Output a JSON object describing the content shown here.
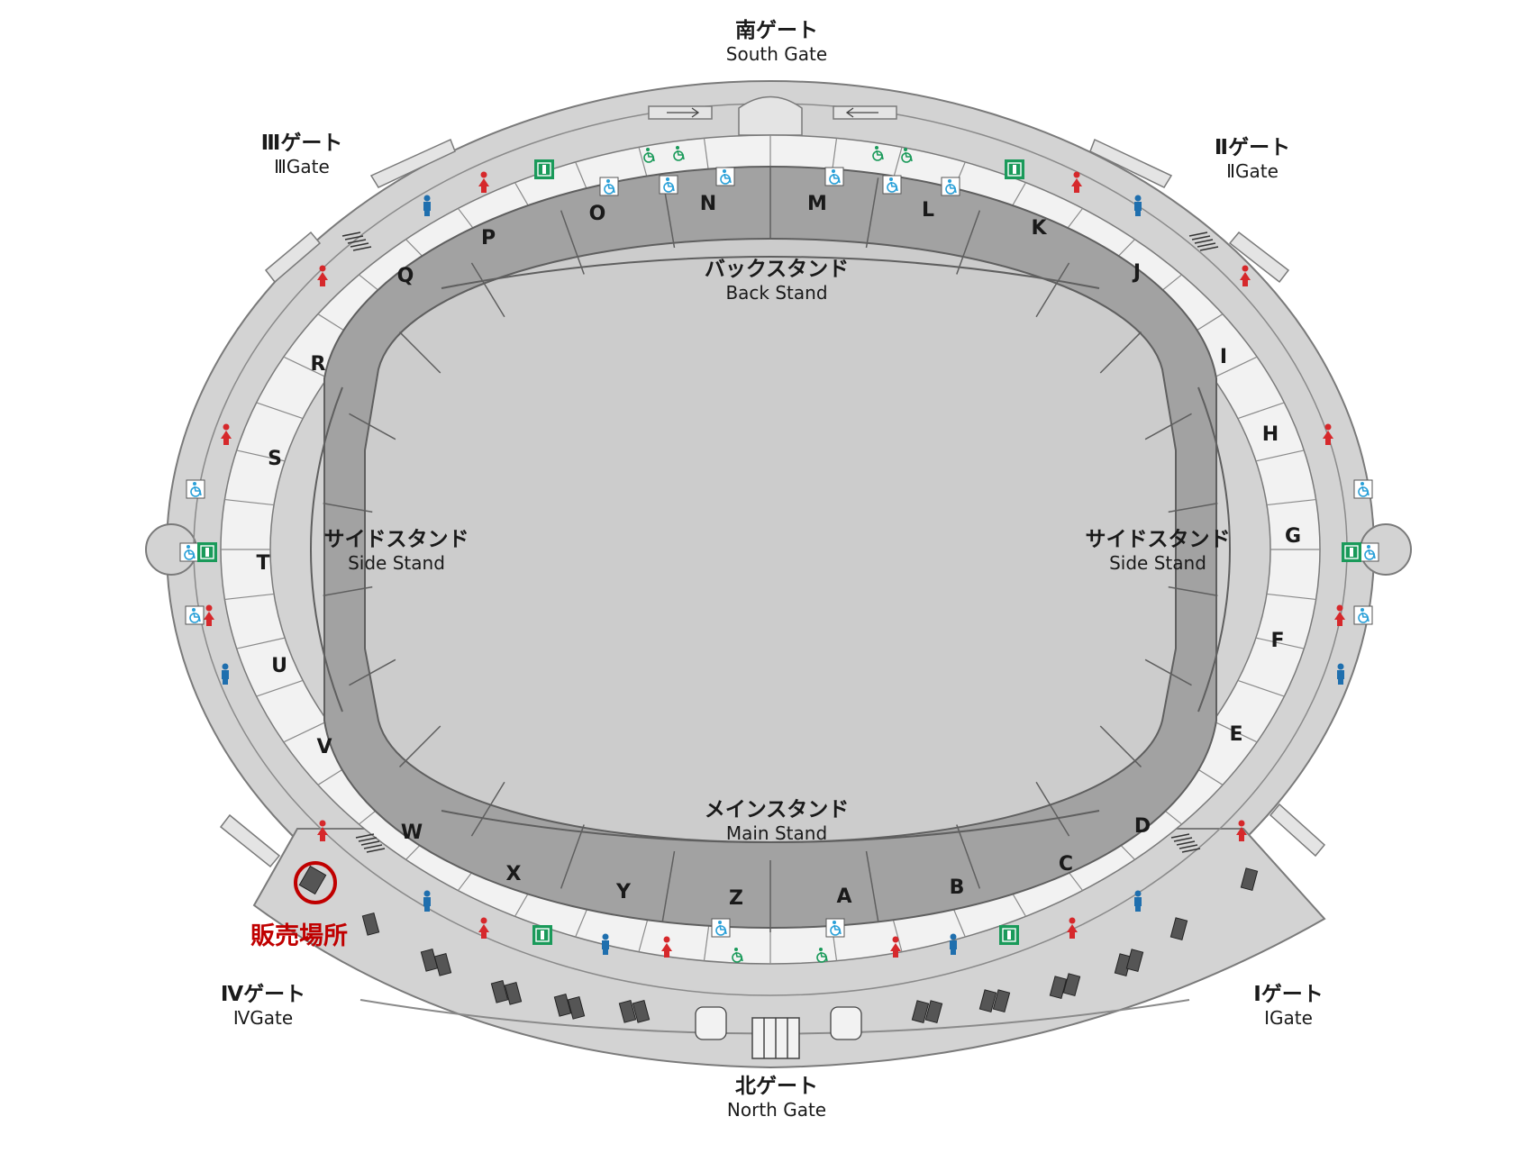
{
  "gates": {
    "south": {
      "jp": "南ゲート",
      "en": "South Gate"
    },
    "north": {
      "jp": "北ゲート",
      "en": "North Gate"
    },
    "g1": {
      "jp": "Ⅰゲート",
      "en": "ⅠGate"
    },
    "g2": {
      "jp": "Ⅱゲート",
      "en": "ⅡGate"
    },
    "g3": {
      "jp": "Ⅲゲート",
      "en": "ⅢGate"
    },
    "g4": {
      "jp": "Ⅳゲート",
      "en": "ⅣGate"
    }
  },
  "stands": {
    "back": {
      "jp": "バックスタンド",
      "en": "Back Stand"
    },
    "main": {
      "jp": "メインスタンド",
      "en": "Main Stand"
    },
    "side_left": {
      "jp": "サイドスタンド",
      "en": "Side Stand"
    },
    "side_right": {
      "jp": "サイドスタンド",
      "en": "Side Stand"
    }
  },
  "sections": [
    "A",
    "B",
    "C",
    "D",
    "E",
    "F",
    "G",
    "H",
    "I",
    "J",
    "K",
    "L",
    "M",
    "N",
    "O",
    "P",
    "Q",
    "R",
    "S",
    "T",
    "U",
    "V",
    "W",
    "X",
    "Y",
    "Z"
  ],
  "sales_location": {
    "label": "販売場所"
  },
  "colors": {
    "section_fill": "#a2a2a2",
    "field_fill": "#cccccc",
    "concourse_fill": "#d3d3d3",
    "room_fill": "#f2f2f2",
    "women_icon": "#d6282b",
    "men_icon": "#1f6fae",
    "accessible_icon": "#2aa0d8",
    "first_aid_icon": "#1a9a5a",
    "highlight": "#c00000"
  },
  "icons": [
    "women-restroom-icon",
    "men-restroom-icon",
    "accessible-restroom-icon",
    "accessible-seat-icon",
    "first-aid-icon",
    "stairs-icon",
    "elevator-icon",
    "direction-arrow-icon"
  ]
}
